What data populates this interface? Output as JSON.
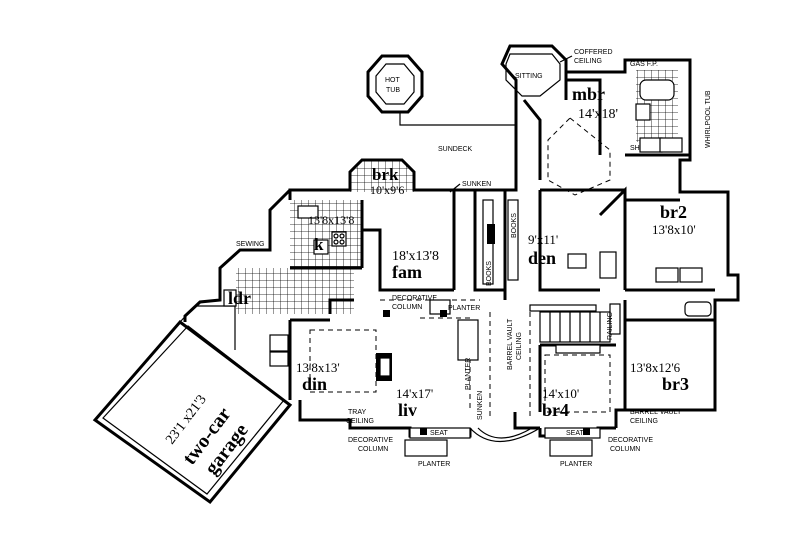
{
  "rooms": {
    "mbr": {
      "name": "mbr",
      "dim": "14'x18'"
    },
    "br2": {
      "name": "br2",
      "dim": "13'8x10'"
    },
    "br3": {
      "name": "br3",
      "dim": "13'8x12'6"
    },
    "br4": {
      "name": "br4",
      "dim": "14'x10'"
    },
    "brk": {
      "name": "brk",
      "dim": "10'x9'6"
    },
    "k": {
      "name": "k",
      "dim": "13'8x13'8"
    },
    "fam": {
      "name": "fam",
      "dim": "18'x13'8"
    },
    "den": {
      "name": "den",
      "dim": "9'x11'"
    },
    "ldr": {
      "name": "ldr"
    },
    "din": {
      "name": "din",
      "dim": "13'8x13'"
    },
    "liv": {
      "name": "liv",
      "dim": "14'x17'"
    },
    "garage": {
      "dim": "23'1 x21'3",
      "name": "two-car",
      "name2": "garage"
    }
  },
  "notes": {
    "hot_tub_1": "HOT",
    "hot_tub_2": "TUB",
    "sundeck": "SUNDECK",
    "sitting": "SITTING",
    "coffered_1": "COFFERED",
    "coffered_2": "CEILING",
    "gas_fp": "GAS F.P.",
    "whirlpool": "WHIRLPOOL TUB",
    "sh": "SH",
    "sunken_fam": "SUNKEN",
    "books_1": "BOOKS",
    "books_2": "BOOKS",
    "sewing": "SEWING",
    "deco_col_1": "DECORATIVE",
    "deco_col_2": "COLUMN",
    "planter_top": "PLANTER",
    "planter_left": "PLANTER",
    "barrel_vault_1": "BARREL VAULT",
    "barrel_vault_2": "CEILING",
    "railing": "RAILING",
    "sunken_liv": "SUNKEN",
    "tray_1": "TRAY",
    "tray_2": "CEILING",
    "seat_left": "SEAT",
    "seat_right": "SEAT",
    "deco_col_bl_1": "DECORATIVE",
    "deco_col_bl_2": "COLUMN",
    "planter_bl": "PLANTER",
    "planter_br": "PLANTER",
    "deco_col_br_1": "DECORATIVE",
    "deco_col_br_2": "COLUMN",
    "barrel_br_1": "BARREL VAULT",
    "barrel_br_2": "CEILING"
  }
}
